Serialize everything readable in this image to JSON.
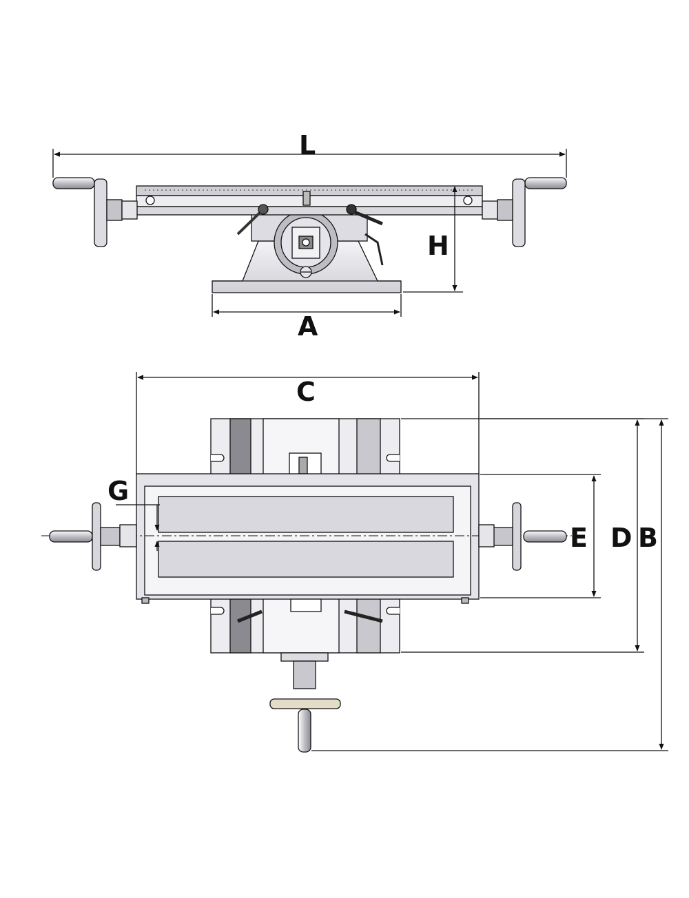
{
  "dimensions": {
    "L": "L",
    "H": "H",
    "A": "A",
    "C": "C",
    "G": "G",
    "E": "E",
    "D": "D",
    "B": "B"
  },
  "colors": {
    "line": "#111111",
    "metal_light": "#e9e9ee",
    "metal_mid": "#c9c9cf",
    "metal_dark": "#7d7d84",
    "slot": "#d6d6dc",
    "handle_dark": "#2a2a2a"
  }
}
